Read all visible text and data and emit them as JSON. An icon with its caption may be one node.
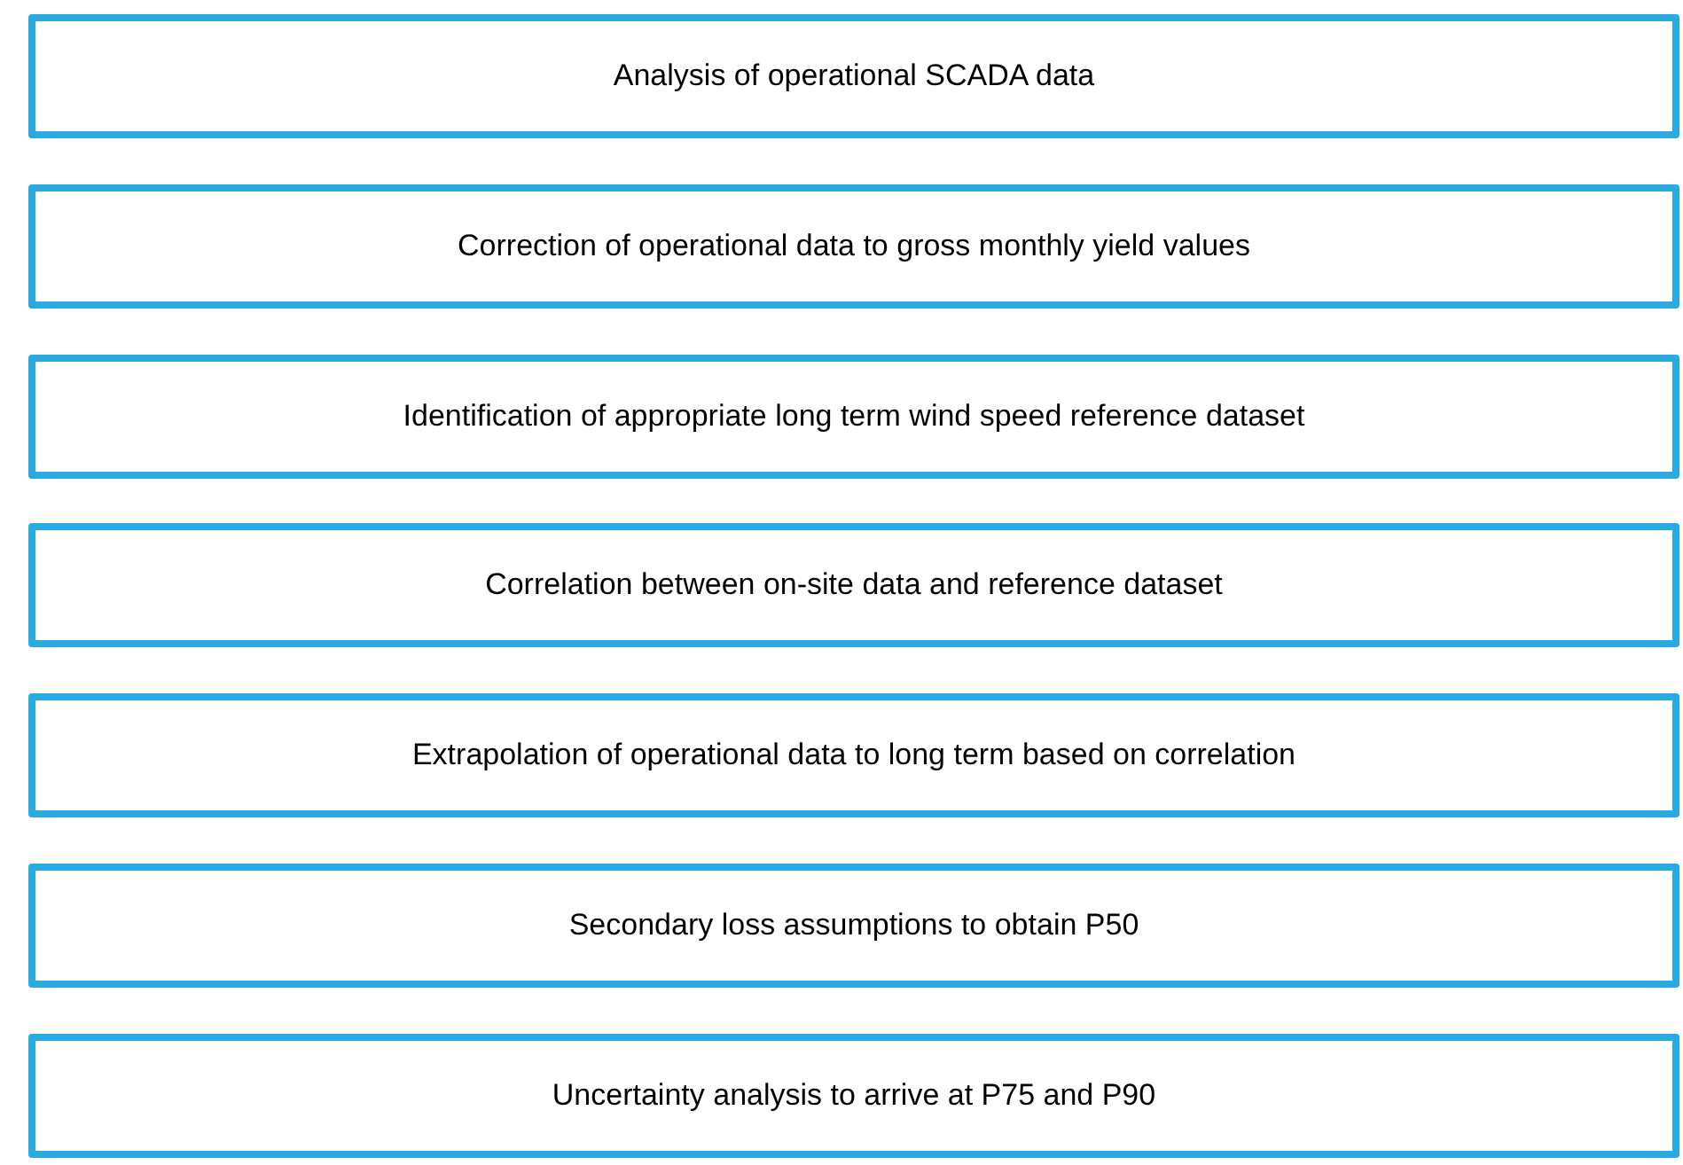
{
  "diagram": {
    "nodes": [
      {
        "text": [
          "Analysis of operational SCADA data"
        ]
      },
      {
        "text": [
          "Correction of operational data to gross monthly yield values"
        ]
      },
      {
        "text": [
          "Identification of appropriate long term wind speed reference dataset"
        ]
      },
      {
        "text": [
          "Correlation between on-site data and reference dataset"
        ]
      },
      {
        "text": [
          "Extrapolation of operational data to long term based on correlation"
        ]
      },
      {
        "text": [
          "Secondary loss assumptions to obtain P50"
        ]
      },
      {
        "text": [
          "Uncertainty analysis to arrive at P75 and P90"
        ]
      }
    ]
  }
}
